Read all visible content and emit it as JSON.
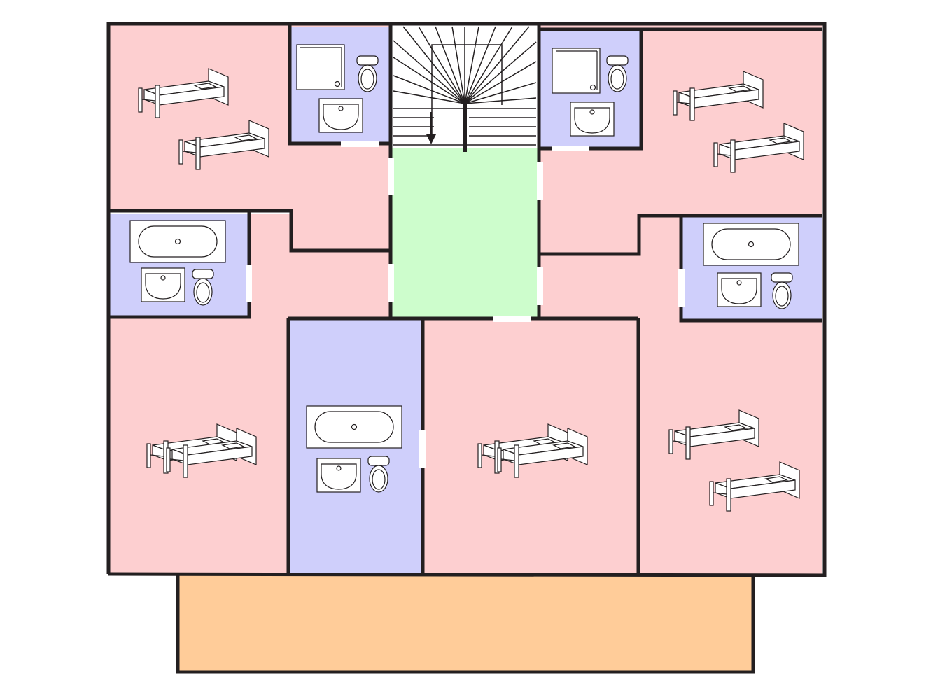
{
  "colors": {
    "bedroom": "#fdcfd0",
    "bathroom": "#cfcffb",
    "hall": "#cdfdcc",
    "terrace": "#ffcc99",
    "wall": "#231f20",
    "fixture": "#ffffff"
  },
  "rooms": [
    {
      "id": "bedroom-top-left",
      "type": "bedroom",
      "beds": 2
    },
    {
      "id": "bathroom-top-left",
      "type": "bathroom",
      "fixtures": [
        "shower",
        "toilet",
        "sink"
      ]
    },
    {
      "id": "staircase",
      "type": "stairs"
    },
    {
      "id": "bathroom-top-right",
      "type": "bathroom",
      "fixtures": [
        "shower",
        "toilet",
        "sink"
      ]
    },
    {
      "id": "bedroom-top-right",
      "type": "bedroom",
      "beds": 2
    },
    {
      "id": "bathroom-mid-left",
      "type": "bathroom",
      "fixtures": [
        "bathtub",
        "sink",
        "toilet"
      ]
    },
    {
      "id": "hall",
      "type": "hall"
    },
    {
      "id": "bathroom-mid-right",
      "type": "bathroom",
      "fixtures": [
        "bathtub",
        "sink",
        "toilet"
      ]
    },
    {
      "id": "bedroom-bottom-left",
      "type": "bedroom",
      "beds": 2
    },
    {
      "id": "bathroom-bottom-center",
      "type": "bathroom",
      "fixtures": [
        "bathtub",
        "sink",
        "toilet"
      ]
    },
    {
      "id": "bedroom-bottom-center",
      "type": "bedroom",
      "beds": 2
    },
    {
      "id": "bedroom-bottom-right",
      "type": "bedroom",
      "beds": 2
    },
    {
      "id": "terrace",
      "type": "terrace"
    }
  ],
  "icons": [
    "bed-icon",
    "bathtub-icon",
    "sink-icon",
    "toilet-icon",
    "shower-tray-icon",
    "stairs-icon",
    "stair-direction-arrow-icon"
  ]
}
